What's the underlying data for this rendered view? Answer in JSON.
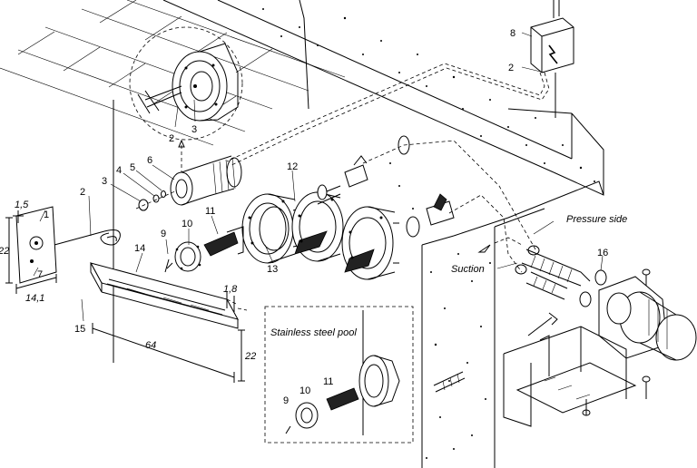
{
  "labels": {
    "n1": "1",
    "n2a": "2",
    "n2b": "2",
    "n2c": "2",
    "n3a": "3",
    "n3b": "3",
    "n4": "4",
    "n5": "5",
    "n6": "6",
    "n7": "7",
    "n8": "8",
    "n9a": "9",
    "n9b": "9",
    "n10a": "10",
    "n10b": "10",
    "n11a": "11",
    "n11b": "11",
    "n12": "12",
    "n13": "13",
    "n14": "14",
    "n15": "15",
    "n16": "16"
  },
  "annotations": {
    "pressure_side": "Pressure side",
    "suction": "Suction",
    "stainless_steel_pool": "Stainless steel pool"
  },
  "dimensions": {
    "d_1_5": "1,5",
    "d_22_left": "22",
    "d_14_1": "14,1",
    "d_1_8": "1,8",
    "d_64": "64",
    "d_22_right": "22"
  }
}
